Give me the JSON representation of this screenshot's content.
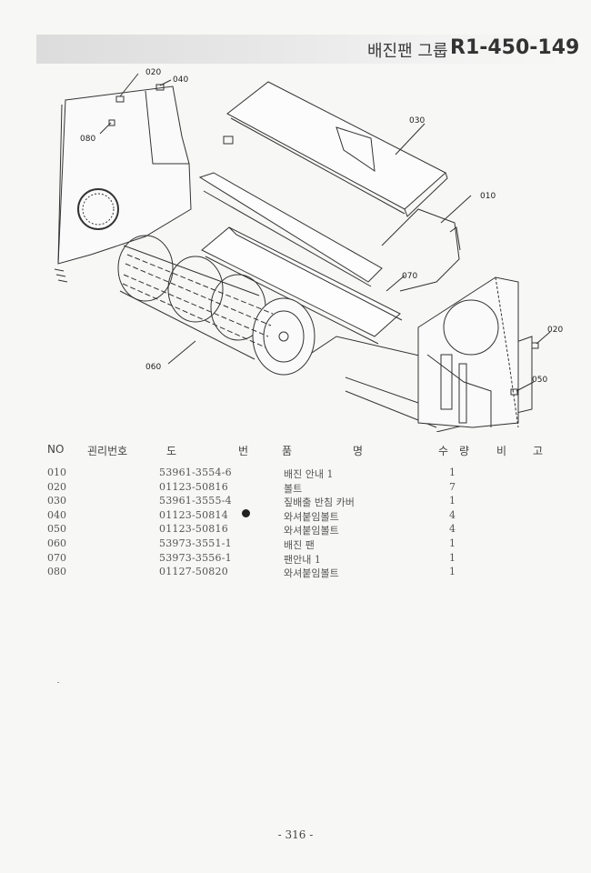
{
  "header": {
    "title": "배진팬 그룹",
    "code": "R1-450-149"
  },
  "diagram": {
    "callouts": [
      "020",
      "040",
      "080",
      "030",
      "010",
      "070",
      "020",
      "060",
      "050"
    ]
  },
  "table": {
    "headers": {
      "no": "NO",
      "control": "괸리번호",
      "drawing_1": "도",
      "drawing_2": "번",
      "item_1": "품",
      "item_2": "명",
      "qty_1": "수",
      "qty_2": "량",
      "remarks_1": "비",
      "remarks_2": "고"
    },
    "rows": [
      {
        "no": "010",
        "part": "53961-3554-6",
        "name": "배진 안내 1",
        "qty": "1"
      },
      {
        "no": "020",
        "part": "01123-50816",
        "name": "볼트",
        "qty": "7"
      },
      {
        "no": "030",
        "part": "53961-3555-4",
        "name": "짚배출 반침 카버",
        "qty": "1"
      },
      {
        "no": "040",
        "part": "01123-50814",
        "name": "와셔붙임볼트",
        "qty": "4"
      },
      {
        "no": "050",
        "part": "01123-50816",
        "name": "와셔붙임볼트",
        "qty": "4"
      },
      {
        "no": "060",
        "part": "53973-3551-1",
        "name": "배진 팬",
        "qty": "1"
      },
      {
        "no": "070",
        "part": "53973-3556-1",
        "name": "팬안내 1",
        "qty": "1"
      },
      {
        "no": "080",
        "part": "01127-50820",
        "name": "와셔붙임볼트",
        "qty": "1"
      }
    ]
  },
  "footer": {
    "page": "- 316 -"
  }
}
